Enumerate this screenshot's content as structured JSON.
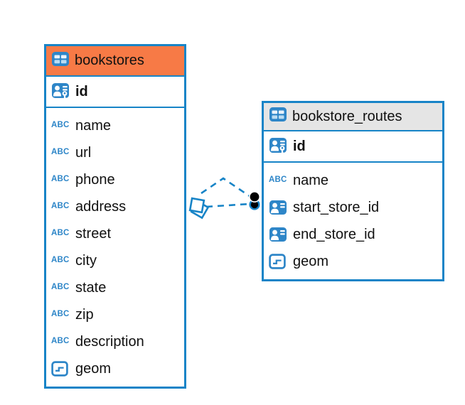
{
  "colors": {
    "node_border_blue": "#1784C7",
    "icon_blue": "#2E86C8",
    "selected_header_orange": "#F77A46",
    "header_gray": "#E5E5E5",
    "relation_dot_black": "#000000",
    "text": "#111111"
  },
  "icons": {
    "abc_glyph": "ABC"
  },
  "tables": [
    {
      "name": "bookstores",
      "header_style": "selected-orange",
      "primary_key": {
        "name": "id",
        "icon": "pk"
      },
      "columns": [
        {
          "name": "name",
          "icon": "abc"
        },
        {
          "name": "url",
          "icon": "abc"
        },
        {
          "name": "phone",
          "icon": "abc"
        },
        {
          "name": "address",
          "icon": "abc"
        },
        {
          "name": "street",
          "icon": "abc"
        },
        {
          "name": "city",
          "icon": "abc"
        },
        {
          "name": "state",
          "icon": "abc"
        },
        {
          "name": "zip",
          "icon": "abc"
        },
        {
          "name": "description",
          "icon": "abc"
        },
        {
          "name": "geom",
          "icon": "geom"
        }
      ]
    },
    {
      "name": "bookstore_routes",
      "header_style": "gray",
      "primary_key": {
        "name": "id",
        "icon": "pk"
      },
      "columns": [
        {
          "name": "name",
          "icon": "abc"
        },
        {
          "name": "start_store_id",
          "icon": "fk"
        },
        {
          "name": "end_store_id",
          "icon": "fk"
        },
        {
          "name": "geom",
          "icon": "geom"
        }
      ]
    }
  ],
  "relationships": [
    {
      "from": "bookstore_routes",
      "to": "bookstores",
      "line_style": "dashed",
      "one_end_marker": "diamond",
      "many_end_marker": "dot"
    },
    {
      "from": "bookstore_routes",
      "to": "bookstores",
      "line_style": "dashed",
      "one_end_marker": "diamond",
      "many_end_marker": "dot"
    }
  ]
}
